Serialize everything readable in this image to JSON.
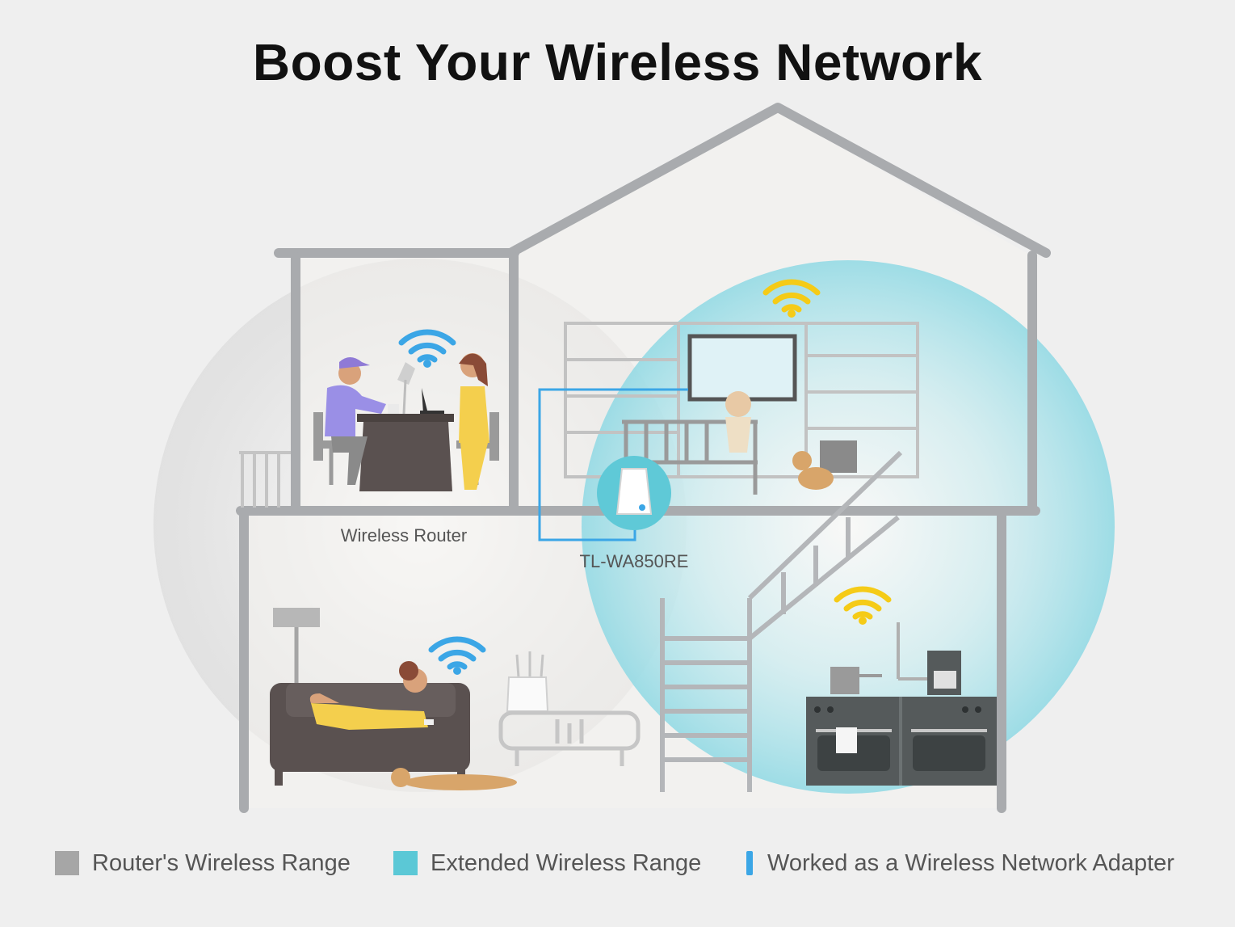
{
  "title": "Boost Your Wireless Network",
  "labels": {
    "router": "Wireless Router",
    "extender": "TL-WA850RE"
  },
  "legend": [
    {
      "label": "Router's Wireless Range",
      "color": "#a6a6a6",
      "kind": "square"
    },
    {
      "label": "Extended Wireless Range",
      "color": "#5bc8d6",
      "kind": "square"
    },
    {
      "label": "Worked as a Wireless Network Adapter",
      "color": "#3ba6e6",
      "kind": "bar"
    }
  ],
  "colors": {
    "router_wifi": "#3ba6e6",
    "extender_wifi": "#f5cb17",
    "house_frame": "#a9abae",
    "extended_range": "#7fd3df"
  },
  "icons": [
    "wifi-icon",
    "house",
    "extender-device",
    "router-device",
    "sofa",
    "desk",
    "stove",
    "staircase",
    "dog"
  ]
}
